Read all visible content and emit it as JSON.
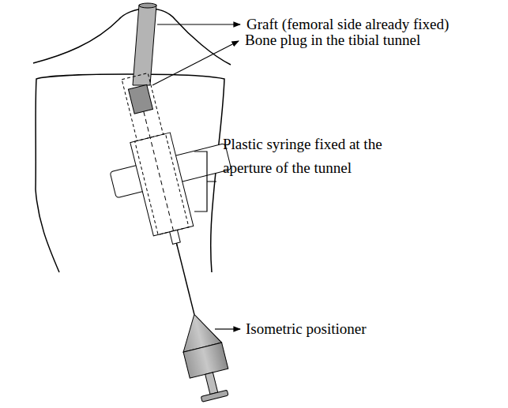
{
  "diagram": {
    "labels": [
      "Graft (femoral side already fixed)",
      "Bone plug in the tibial tunnel",
      "Plastic syringe fixed at the aperture of the tunnel",
      "Isometric positioner"
    ]
  }
}
